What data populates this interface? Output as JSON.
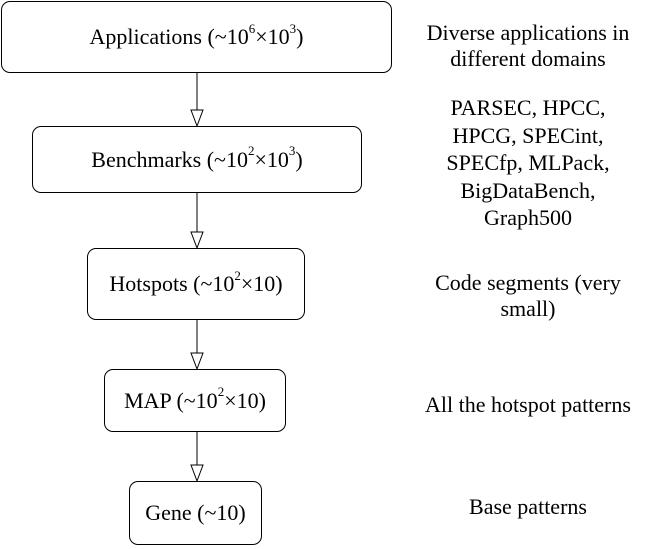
{
  "boxes": [
    {
      "label": "Applications (~10",
      "exp1": "6",
      "mid": "×10",
      "exp2": "3",
      "tail": ")"
    },
    {
      "label": "Benchmarks (~10",
      "exp1": "2",
      "mid": "×10",
      "exp2": "3",
      "tail": ")"
    },
    {
      "label": "Hotspots (~10",
      "exp1": "2",
      "mid": "×10)",
      "exp2": "",
      "tail": ""
    },
    {
      "label": "MAP (~10",
      "exp1": "2",
      "mid": "×10)",
      "exp2": "",
      "tail": ""
    },
    {
      "label": "Gene (~10)",
      "exp1": "",
      "mid": "",
      "exp2": "",
      "tail": ""
    }
  ],
  "notes": {
    "applications": [
      "Diverse applications in",
      "different domains"
    ],
    "benchmarks": [
      "PARSEC, HPCC,",
      "HPCG, SPECint,",
      "SPECfp, MLPack,",
      "BigDataBench,",
      "Graph500"
    ],
    "hotspots": [
      "Code segments (very",
      "small)"
    ],
    "map": [
      "All the hotspot patterns"
    ],
    "gene": [
      "Base patterns"
    ]
  },
  "colors": {
    "stroke": "#000000",
    "background": "#ffffff"
  }
}
